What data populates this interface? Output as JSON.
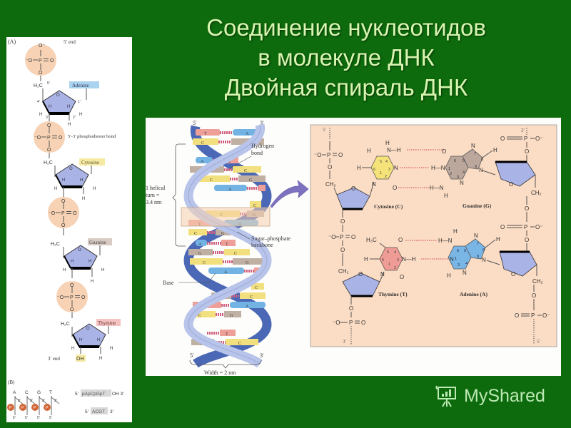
{
  "slide": {
    "title_lines": [
      "Соединение нуклеотидов",
      "в молекуле ДНК",
      "Двойная спираль ДНК"
    ],
    "background_color": "#0d6a0d",
    "title_color": "#d8f5b0"
  },
  "panel_a": {
    "label": "(A)",
    "five_prime_end": "5′ end",
    "three_prime_end": "3′ end",
    "phosphodiester_label": "5′-3′ phosphodiester bond",
    "phosphate": {
      "o_top": "O⁻",
      "o_left": "⁻O",
      "p": "P",
      "o_right": "O",
      "o_bottom": "O"
    },
    "sugar_labels": {
      "ch2": "H₂C",
      "c5": "5′",
      "c4": "4′",
      "c3": "3′",
      "c2": "2′",
      "c1": "1′",
      "o": "O",
      "h": "H",
      "oh": "OH"
    },
    "nucleotides": [
      {
        "base": "Adenine",
        "color": "#a9d3ef"
      },
      {
        "base": "Cytosine",
        "color": "#f6e9a2"
      },
      {
        "base": "Guanine",
        "color": "#d9cbc3"
      },
      {
        "base": "Thymine",
        "color": "#f4c2c0"
      }
    ]
  },
  "panel_b": {
    "label": "(B)",
    "bases": [
      "A",
      "C",
      "G",
      "T"
    ],
    "prime3": "3′",
    "prime5": "5′",
    "phosphate_symbol": "P",
    "sequence_long": {
      "prefix": "5′",
      "body": "pApCpGpT",
      "suffix": "OH 3′"
    },
    "sequence_short": {
      "prefix": "5′",
      "body": "ACGT",
      "suffix": "3′"
    }
  },
  "helix": {
    "top_left": "5′",
    "top_right": "3′",
    "bottom_left": "5′",
    "bottom_right": "3′",
    "hydrogen_bond_label": [
      "Hydrogen",
      "bond"
    ],
    "helical_turn_label": [
      "1 helical",
      "turn =",
      "3.4 nm"
    ],
    "backbone_label": [
      "Sugar–phosphate",
      "backbone"
    ],
    "base_label": "Base",
    "width_label": "Width = 2 nm",
    "pairs": [
      [
        "T",
        "A"
      ],
      [
        "C",
        "G"
      ],
      [
        "A",
        "T"
      ],
      [
        "G",
        "C"
      ],
      [
        "C",
        "G"
      ],
      [
        "A",
        "T"
      ],
      [
        "",
        "C"
      ],
      [
        "C",
        "G"
      ],
      [
        "T",
        "A"
      ],
      [
        "C",
        "G"
      ],
      [
        "A",
        "T"
      ],
      [
        "G",
        "C"
      ],
      [
        "C",
        "G"
      ],
      [
        "A",
        "T"
      ],
      [
        "",
        "C"
      ],
      [
        "G",
        "C"
      ],
      [
        "T",
        "A"
      ],
      [
        "C",
        "G"
      ],
      [
        "",
        "T"
      ],
      [
        "G",
        "C"
      ]
    ],
    "base_colors": {
      "A": "#72b3e3",
      "T": "#ee9f98",
      "G": "#bfb0a3",
      "C": "#f2df7d"
    }
  },
  "detail": {
    "background": "#fbdcc4",
    "prime_labels": {
      "tl": "5′",
      "tr": "3′",
      "bl": "3′",
      "br": "5′"
    },
    "cytosine": {
      "name": "Cytosine (C)",
      "color": "#f5e37a"
    },
    "guanine": {
      "name": "Guanine (G)",
      "color": "#bba79c"
    },
    "thymine": {
      "name": "Thymine (T)",
      "color": "#ee9c95"
    },
    "adenine": {
      "name": "Adenine (A)",
      "color": "#79b6e6"
    },
    "atoms": {
      "N": "N",
      "O": "O",
      "H": "H",
      "NH": "N—H",
      "HN": "H—N",
      "H3C": "H₃C",
      "CH2": "CH₂",
      "P": "P",
      "Ominus": "O⁻",
      "minusO": "⁻O"
    },
    "ring_numbers": [
      "1",
      "2",
      "3",
      "4",
      "5",
      "6",
      "7",
      "8",
      "9"
    ]
  },
  "watermark": {
    "text": "MyShared",
    "icon": "presentation-board-icon"
  }
}
